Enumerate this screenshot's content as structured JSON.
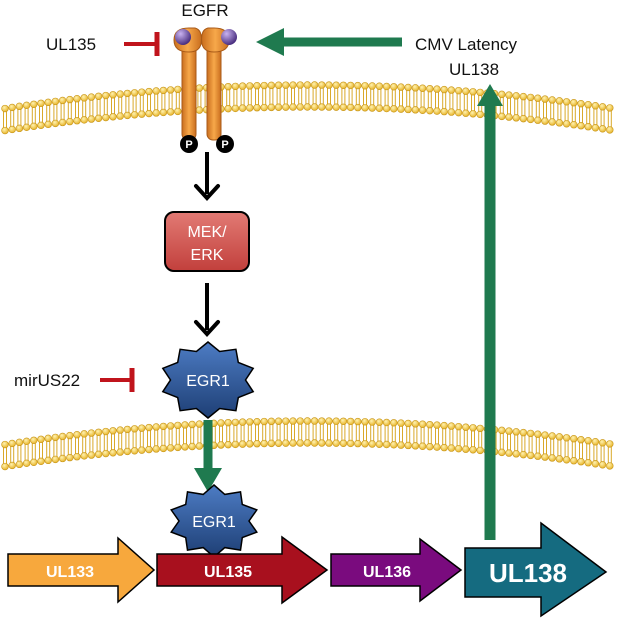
{
  "labels": {
    "egfr": "EGFR",
    "ul135_inhibitor": "UL135",
    "cmv_latency": "CMV Latency",
    "ul138_top": "UL138",
    "mek_line1": "MEK/",
    "mek_line2": "ERK",
    "egr1_cyto": "EGR1",
    "egr1_nuc": "EGR1",
    "mirus22": "mirUS22",
    "phospho": "P"
  },
  "genes": [
    {
      "name": "UL133",
      "color": "#f7a83d"
    },
    {
      "name": "UL135",
      "color": "#a8101e"
    },
    {
      "name": "UL136",
      "color": "#7a0b7e"
    },
    {
      "name": "UL138",
      "color": "#156b80"
    }
  ],
  "colors": {
    "membrane": "#f2c94c",
    "receptor": "#f29a3a",
    "ligand": "#7b5aa6",
    "mek_erk": "#d65a56",
    "egr1": "#2f5b9a",
    "activation_arrow": "#1f7a4f",
    "inhibition": "#c0141c",
    "signal_arrow": "#000000"
  }
}
